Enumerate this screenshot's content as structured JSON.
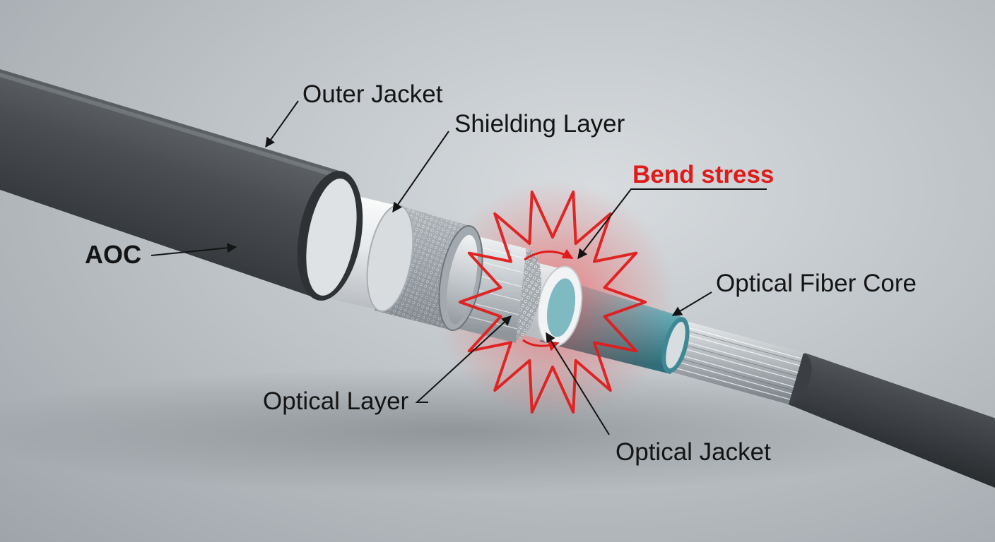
{
  "labels": {
    "outer_jacket": "Outer Jacket",
    "shielding_layer": "Shielding Layer",
    "bend_stress": "Bend stress",
    "aoc": "AOC",
    "optical_fiber_core": "Optical Fiber Core",
    "optical_layer": "Optical Layer",
    "optical_jacket": "Optical Jacket"
  },
  "colors": {
    "stress": "#e01b1b",
    "jacket": "#45494d",
    "fiber_core": "#5faab4",
    "shield_mesh": "#8e969c",
    "label_text": "#141414"
  },
  "icons": {
    "bend_stress_marker": "starburst-icon",
    "bend_direction": "curved-arrow-icon"
  }
}
